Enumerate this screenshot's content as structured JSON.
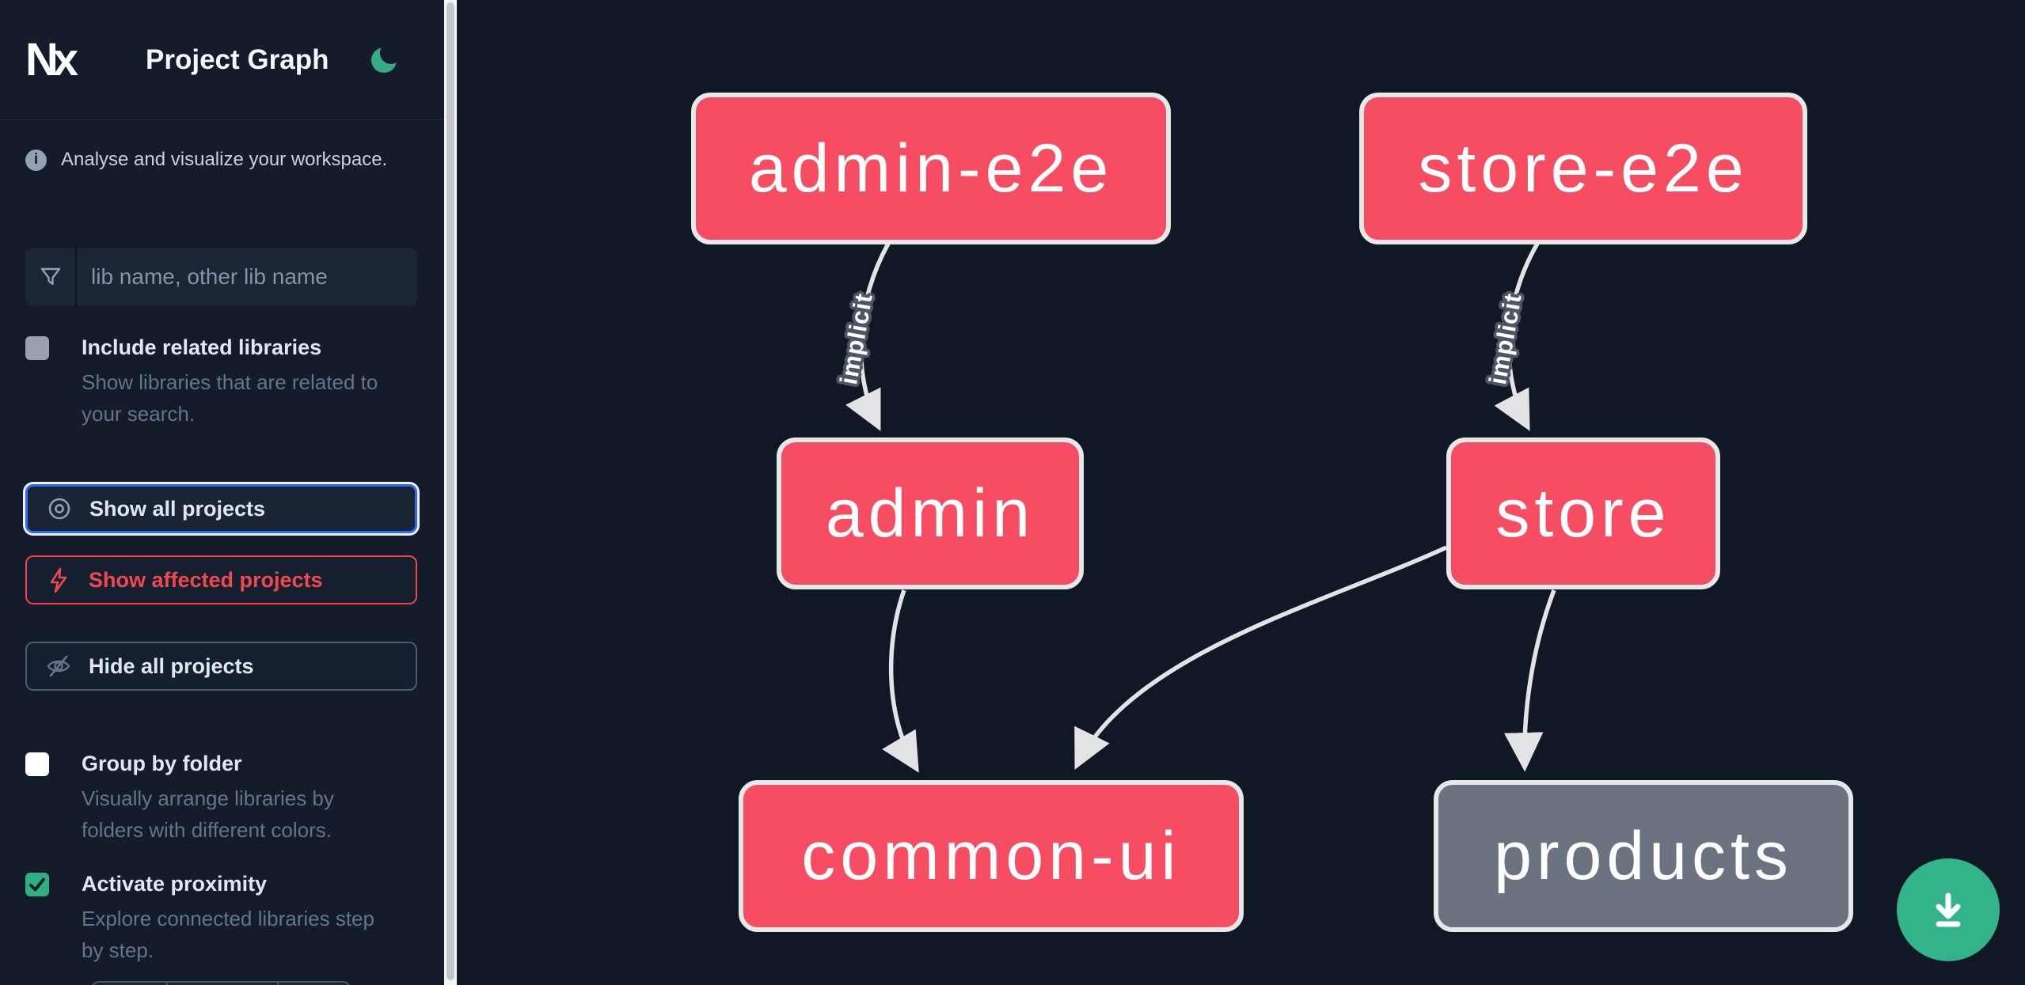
{
  "app": {
    "title": "Project Graph"
  },
  "sidebar": {
    "tagline": "Analyse and visualize your workspace.",
    "search": {
      "placeholder": "lib name, other lib name",
      "value": ""
    },
    "actions": [
      {
        "label": "Show all projects",
        "state": "focused"
      },
      {
        "label": "Show affected projects",
        "state": "affected"
      },
      {
        "label": "Hide all projects",
        "state": "default"
      }
    ],
    "options": [
      {
        "label": "Include related libraries",
        "checked": false,
        "desc": [
          "Show libraries that are related to",
          "your search."
        ]
      },
      {
        "label": "Group by folder",
        "checked": false,
        "desc": [
          "Visually arrange libraries by",
          "folders with different colors."
        ]
      },
      {
        "label": "Activate proximity",
        "checked": true,
        "desc": [
          "Explore connected libraries step",
          "by step."
        ]
      }
    ]
  },
  "graph": {
    "nodes": [
      {
        "label": "admin-e2e",
        "type": "affected"
      },
      {
        "label": "store-e2e",
        "type": "affected"
      },
      {
        "label": "admin",
        "type": "affected"
      },
      {
        "label": "store",
        "type": "affected"
      },
      {
        "label": "common-ui",
        "type": "affected"
      },
      {
        "label": "products",
        "type": "plain"
      }
    ],
    "edges": [
      {
        "from": "admin-e2e",
        "to": "admin",
        "label": "implicit"
      },
      {
        "from": "store-e2e",
        "to": "store",
        "label": "implicit"
      },
      {
        "from": "admin",
        "to": "common-ui",
        "label": ""
      },
      {
        "from": "store",
        "to": "common-ui",
        "label": ""
      },
      {
        "from": "store",
        "to": "products",
        "label": ""
      }
    ]
  },
  "icons": {
    "logo": "Nx",
    "info": "i",
    "moon": "dark-mode-toggle",
    "funnel": "filter",
    "eye": "show",
    "bolt": "affected",
    "eye_off": "hide",
    "download": "save-image"
  },
  "colors": {
    "node_affected": "#f64d63",
    "node_plain": "#6b7280",
    "node_border": "#e7e8ea",
    "edge": "#e3e3e6",
    "download_green": "#32b389",
    "moon_green": "#36ab85",
    "focus_blue": "#2f6bf2",
    "affected_red": "#ef4449",
    "checkbox_green": "#2eb181",
    "sidebar_bg": "#141c2c",
    "canvas_bg": "#101826"
  }
}
